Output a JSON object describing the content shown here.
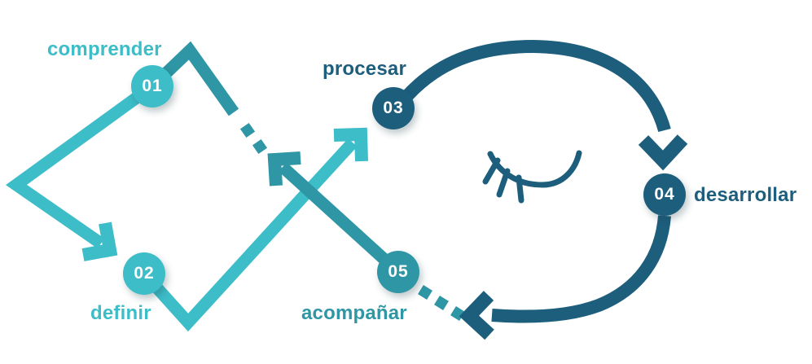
{
  "diagram": {
    "colors": {
      "bright": "#3CBDC8",
      "medium": "#2E96A4",
      "dark": "#1D5E7D"
    },
    "steps": [
      {
        "number": "01",
        "label": "comprender",
        "color": "bright"
      },
      {
        "number": "02",
        "label": "definir",
        "color": "bright"
      },
      {
        "number": "03",
        "label": "procesar",
        "color": "dark"
      },
      {
        "number": "04",
        "label": "desarrollar",
        "color": "dark"
      },
      {
        "number": "05",
        "label": "acompañar",
        "color": "medium"
      }
    ],
    "eye_icon": "closed-eye-with-lashes"
  }
}
